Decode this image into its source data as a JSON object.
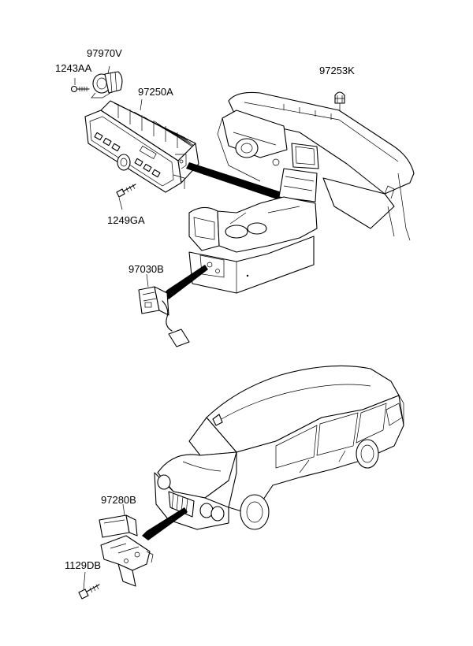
{
  "parts": [
    {
      "id": "97970V"
    },
    {
      "id": "1243AA"
    },
    {
      "id": "97250A"
    },
    {
      "id": "97253K"
    },
    {
      "id": "1249GA"
    },
    {
      "id": "97030B"
    },
    {
      "id": "97280B"
    },
    {
      "id": "1129DB"
    }
  ]
}
